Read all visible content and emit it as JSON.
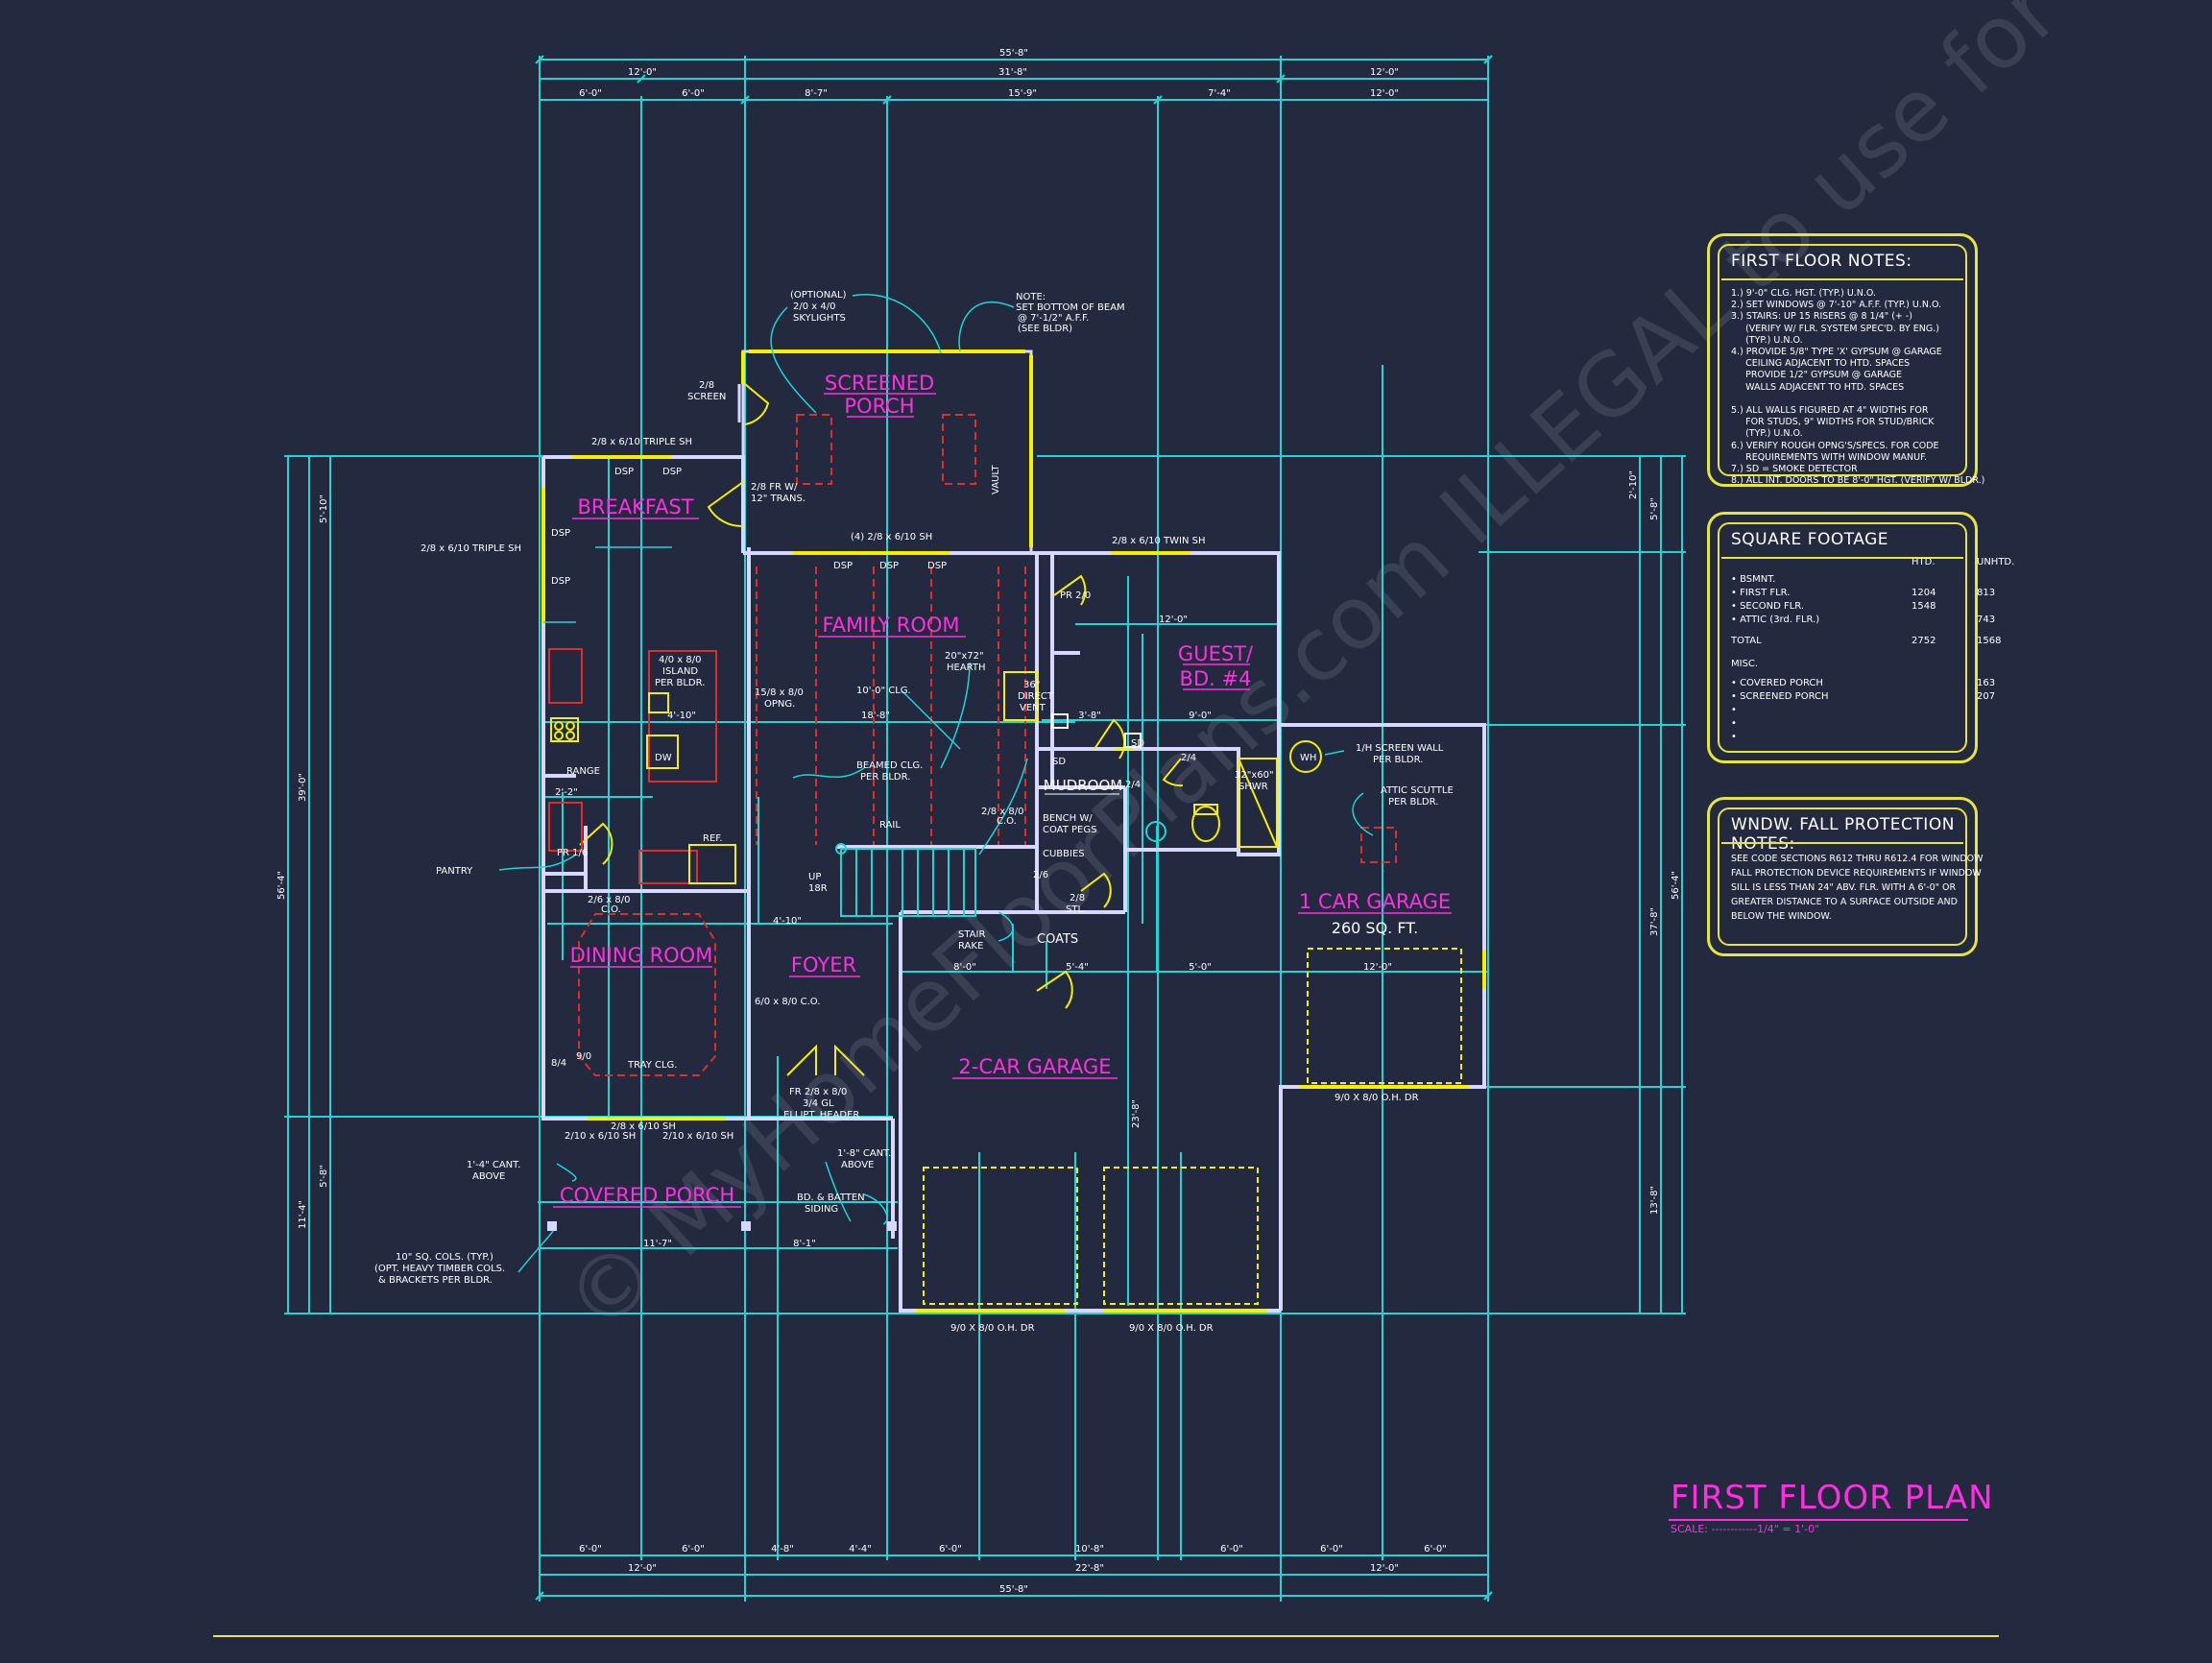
{
  "rooms": {
    "screened_porch_1": "SCREENED",
    "screened_porch_2": "PORCH",
    "breakfast": "BREAKFAST",
    "family_room": "FAMILY ROOM",
    "guest_1": "GUEST/",
    "guest_2": "BD. #4",
    "mudroom": "MUDROOM",
    "one_car_garage": "1 CAR GARAGE",
    "one_car_garage_sqft": "260 SQ. FT.",
    "dining_room": "DINING ROOM",
    "foyer": "FOYER",
    "two_car_garage": "2-CAR GARAGE",
    "covered_porch": "COVERED PORCH"
  },
  "labels": {
    "optional_1": "(OPTIONAL)",
    "optional_2": "2/0 x 4/0",
    "optional_3": "SKYLIGHTS",
    "beam_note_1": "NOTE:",
    "beam_note_2": "SET BOTTOM OF BEAM",
    "beam_note_3": "@ 7'-1/2\" A.F.F.",
    "beam_note_4": "(SEE BLDR)",
    "screen_door_1": "2/8",
    "screen_door_2": "SCREEN",
    "vault": "VAULT",
    "triple_sh_top": "2/8 x 6/10 TRIPLE SH",
    "triple_sh_left": "2/8 x 6/10 TRIPLE SH",
    "dsp": "DSP",
    "fr_trans_1": "2/8 FR W/",
    "fr_trans_2": "12\" TRANS.",
    "four_sh": "(4) 2/8 x 6/10 SH",
    "twin_sh": "2/8 x 6/10 TWIN SH",
    "pr_guest": "PR 2/0",
    "island_1": "4/0 x 8/0",
    "island_2": "ISLAND",
    "island_3": "PER BLDR.",
    "opng_1": "15/8 x 8/0",
    "opng_2": "OPNG.",
    "clg_10": "10'-0\" CLG.",
    "hearth_1": "20\"x72\"",
    "hearth_2": "HEARTH",
    "direct_vent_1": "36\"",
    "direct_vent_2": "DIRECT",
    "direct_vent_3": "VENT",
    "beamed_clg_1": "BEAMED CLG.",
    "beamed_clg_2": "PER BLDR.",
    "rail": "RAIL",
    "dw": "DW",
    "range": "RANGE",
    "ref": "REF.",
    "pr_pantry": "PR 1/6",
    "pantry": "PANTRY",
    "co_dining_1": "2/6 x 8/0",
    "co_dining_2": "C.O.",
    "co_family_1": "2/8 x 8/0",
    "co_family_2": "C.O.",
    "up_1": "UP",
    "up_2": "18R",
    "bench_1": "BENCH W/",
    "bench_2": "COAT PEGS",
    "cubbies": "CUBBIES",
    "sd": "SD",
    "door_24": "2/4",
    "door_24b": "2/4",
    "shwr_1": "32\"x60\"",
    "shwr_2": "SHWR",
    "wh": "WH",
    "screen_wall_1": "1/H SCREEN WALL",
    "screen_wall_2": "PER BLDR.",
    "attic_1": "ATTIC SCUTTLE",
    "attic_2": "PER BLDR.",
    "door_26": "2/6",
    "stl_1": "2/8",
    "stl_2": "STL.",
    "stair_rake_1": "STAIR",
    "stair_rake_2": "RAKE",
    "coats": "COATS",
    "co_foyer": "6/0 x 8/0 C.O.",
    "tray_clg": "TRAY CLG.",
    "d84": "8/4",
    "d90": "9/0",
    "fr_entry_1": "FR 2/8 x 8/0",
    "fr_entry_2": "3/4 GL",
    "fr_entry_3": "ELLIPT. HEADER",
    "sh_front_1": "2/10 x 6/10 SH",
    "sh_front_2": "2/8 x 6/10 SH",
    "sh_front_3": "2/10 x 6/10 SH",
    "cant_1": "1'-4\" CANT.",
    "cant_2": "ABOVE",
    "cant_3": "1'-8\" CANT.",
    "cant_4": "ABOVE",
    "batten_1": "BD. & BATTEN",
    "batten_2": "SIDING",
    "cols_1": "10\" SQ. COLS. (TYP.)",
    "cols_2": "(OPT. HEAVY TIMBER COLS.",
    "cols_3": "& BRACKETS PER BLDR.",
    "oh_dr_1": "9/0 X 8/0 O.H. DR",
    "oh_dr_2": "9/0 X 8/0 O.H. DR",
    "oh_dr_3": "9/0 X 8/0 O.H. DR"
  },
  "dims": {
    "top_total": "55'-8\"",
    "top_a": "12'-0\"",
    "top_b": "31'-8\"",
    "top_c": "12'-0\"",
    "top_s1": "6'-0\"",
    "top_s2": "6'-0\"",
    "top_s3": "8'-7\"",
    "top_s4": "15'-9\"",
    "top_s5": "7'-4\"",
    "bot_total": "55'-8\"",
    "bot_a": "12'-0\"",
    "bot_b": "22'-8\"",
    "bot_c": "12'-0\"",
    "bot_s1": "6'-0\"",
    "bot_s2": "6'-0\"",
    "bot_s3": "4'-8\"",
    "bot_s4": "4'-4\"",
    "bot_s5": "6'-0\"",
    "bot_s6": "10'-8\"",
    "bot_s7": "6'-0\"",
    "bot_s8": "6'-0\"",
    "bot_s9": "6'-0\"",
    "left_total": "56'-4\"",
    "left_a": "39'-0\"",
    "left_b": "11'-4\"",
    "left_c": "5'-10\"",
    "left_d": "5'-8\"",
    "right_total": "56'-4\"",
    "right_a": "37'-8\"",
    "right_b": "13'-8\"",
    "right_c": "5'-8\"",
    "right_d": "2'-10\"",
    "in_1": "12'-0\"",
    "in_2": "18'-8\"",
    "in_3": "4'-10\"",
    "in_4": "9'-0\"",
    "in_5": "3'-8\"",
    "in_6": "8'-0\"",
    "in_7": "5'-4\"",
    "in_8": "5'-0\"",
    "in_9": "12'-0\"",
    "in_10": "11'-7\"",
    "in_11": "8'-1\"",
    "in_12": "4'-10\"",
    "in_13": "23'-8\"",
    "in_14": "2'-2\""
  },
  "notes": {
    "first_floor": {
      "title": "FIRST FLOOR NOTES:",
      "body": "1.) 9'-0\" CLG. HGT. (TYP.) U.N.O.\n2.) SET WINDOWS @ 7'-10\" A.F.F. (TYP.) U.N.O.\n3.) STAIRS: UP 15 RISERS @ 8 1/4\" (+ -)\n     (VERIFY W/ FLR. SYSTEM SPEC'D. BY ENG.)\n     (TYP.) U.N.O.\n4.) PROVIDE 5/8\" TYPE 'X' GYPSUM @ GARAGE\n     CEILING ADJACENT TO HTD. SPACES\n     PROVIDE 1/2\" GYPSUM @ GARAGE\n     WALLS ADJACENT TO HTD. SPACES\n\n5.) ALL WALLS FIGURED AT 4\" WIDTHS FOR\n     FOR STUDS, 9\" WIDTHS FOR STUD/BRICK\n     (TYP.) U.N.O.\n6.) VERIFY ROUGH OPNG'S/SPECS. FOR CODE\n     REQUIREMENTS WITH WINDOW MANUF.\n7.) SD = SMOKE DETECTOR\n8.) ALL INT. DOORS TO BE 8'-0\" HGT. (VERIFY W/ BLDR.)"
    },
    "square_footage": {
      "title": "SQUARE FOOTAGE",
      "headers": [
        "HTD.",
        "UNHTD."
      ],
      "rows": [
        {
          "label": "• BSMNT.",
          "htd": "",
          "unhtd": ""
        },
        {
          "label": "• FIRST FLR.",
          "htd": "1204",
          "unhtd": "813"
        },
        {
          "label": "• SECOND FLR.",
          "htd": "1548",
          "unhtd": ""
        },
        {
          "label": "• ATTIC (3rd. FLR.)",
          "htd": "",
          "unhtd": "743"
        },
        {
          "label": "TOTAL",
          "htd": "2752",
          "unhtd": "1568"
        },
        {
          "label": "MISC.",
          "htd": "",
          "unhtd": ""
        },
        {
          "label": "• COVERED PORCH",
          "htd": "",
          "unhtd": "163"
        },
        {
          "label": "• SCREENED PORCH",
          "htd": "",
          "unhtd": "207"
        },
        {
          "label": "•",
          "htd": "",
          "unhtd": ""
        },
        {
          "label": "•",
          "htd": "",
          "unhtd": ""
        },
        {
          "label": "•",
          "htd": "",
          "unhtd": ""
        }
      ]
    },
    "window_fall": {
      "title": "WNDW. FALL PROTECTION NOTES:",
      "body": "SEE CODE SECTIONS R612 THRU R612.4 FOR WINDOW\nFALL PROTECTION DEVICE REQUIREMENTS IF WINDOW\nSILL IS LESS THAN 24\" ABV. FLR. WITH A 6'-0\" OR\nGREATER DISTANCE TO A SURFACE OUTSIDE AND\nBELOW THE WINDOW."
    }
  },
  "title_block": {
    "title": "FIRST FLOOR PLAN",
    "scale": "SCALE: ------------1/4\" = 1'-0\""
  },
  "watermark": "© MyHomeFloorPlans.com  ILLEGAL to use for Construction  May be used for Estimation",
  "colors": {
    "background": "#232a3f",
    "dimension": "#1fd6d6",
    "wall": "#d8d8ff",
    "room_label": "#ff2ee0",
    "window": "#f4f000",
    "beam": "#e22b2b",
    "notes_border": "#e7e43a"
  }
}
